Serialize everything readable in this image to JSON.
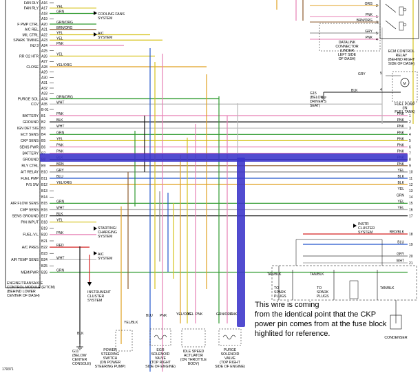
{
  "diagram_id": "179371",
  "ecm_module": {
    "label_lines": [
      "ENGINE/TRANSAXLE",
      "CONTROL MODULE (E/TCM)",
      "(BEHIND LOWER",
      "CENTER OF DASH)"
    ]
  },
  "pins_a": [
    {
      "pin": "A16",
      "label": "FAN RLY",
      "wire": "",
      "color": ""
    },
    {
      "pin": "A17",
      "label": "FAN RLY",
      "wire": "YEL",
      "color": "#d6c21a"
    },
    {
      "pin": "A18",
      "label": "",
      "wire": "GRN",
      "color": "#2e9a2e"
    },
    {
      "pin": "A19",
      "label": "",
      "wire": "",
      "color": ""
    },
    {
      "pin": "A20",
      "label": "F PMP CTRL",
      "wire": "GRN/ORG",
      "color": "#2e9a2e"
    },
    {
      "pin": "A21",
      "label": "A/C REL",
      "wire": "BRN/ORG",
      "color": "#8b5a2b"
    },
    {
      "pin": "A22",
      "label": "MIL CTRL",
      "wire": "YEL",
      "color": "#d6c21a"
    },
    {
      "pin": "A23",
      "label": "SPARK TIMING",
      "wire": "YEL",
      "color": "#d6c21a"
    },
    {
      "pin": "A24",
      "label": "INJ 3",
      "wire": "PNK",
      "color": "#e77fb4"
    },
    {
      "pin": "A25",
      "label": "",
      "wire": "",
      "color": ""
    },
    {
      "pin": "A26",
      "label": "RR O2 HTR",
      "wire": "YEL",
      "color": "#d6c21a"
    },
    {
      "pin": "A27",
      "label": "",
      "wire": "",
      "color": ""
    },
    {
      "pin": "A28",
      "label": "CLOSE",
      "wire": "YEL/ORG",
      "color": "#e0a020"
    },
    {
      "pin": "A29",
      "label": "",
      "wire": "",
      "color": ""
    },
    {
      "pin": "A30",
      "label": "",
      "wire": "",
      "color": ""
    },
    {
      "pin": "A31",
      "label": "",
      "wire": "",
      "color": ""
    },
    {
      "pin": "A32",
      "label": "",
      "wire": "",
      "color": ""
    },
    {
      "pin": "A33",
      "label": "",
      "wire": "",
      "color": ""
    },
    {
      "pin": "A34",
      "label": "PURGE SOL",
      "wire": "GRN/ORG",
      "color": "#2e9a2e"
    },
    {
      "pin": "A35",
      "label": "CCV",
      "wire": "WHT",
      "color": "#b8b8b8"
    },
    {
      "pin": "B-01",
      "label": "",
      "wire": "",
      "color": ""
    }
  ],
  "pins_b": [
    {
      "pin": "B1",
      "label": "BATTERY",
      "wire": "PNK",
      "color": "#e77fb4"
    },
    {
      "pin": "B2",
      "label": "GROUND",
      "wire": "BLK",
      "color": "#111111"
    },
    {
      "pin": "B3",
      "label": "IGN DET SIG",
      "wire": "WHT",
      "color": "#b8b8b8"
    },
    {
      "pin": "B4",
      "label": "ECT SENS",
      "wire": "GRN",
      "color": "#2e9a2e"
    },
    {
      "pin": "B5",
      "label": "CKP SENS",
      "wire": "YEL",
      "color": "#d6c21a"
    },
    {
      "pin": "B6",
      "label": "SENS PWR",
      "wire": "PNK",
      "color": "#e77fb4"
    },
    {
      "pin": "B7",
      "label": "BATTERY",
      "wire": "PNK",
      "color": "#e77fb4"
    },
    {
      "pin": "B8",
      "label": "GROUND",
      "wire": "BLK",
      "color": "#111111"
    },
    {
      "pin": "B9",
      "label": "RLY CTRL",
      "wire": "BRN",
      "color": "#8b5a2b"
    },
    {
      "pin": "B10",
      "label": "A/T RELAY",
      "wire": "GRY",
      "color": "#888888"
    },
    {
      "pin": "B11",
      "label": "FUEL PMP",
      "wire": "BLU",
      "color": "#2255cc"
    },
    {
      "pin": "B12",
      "label": "P/S SW",
      "wire": "YEL/ORG",
      "color": "#e0a020"
    },
    {
      "pin": "B13",
      "label": "",
      "wire": "",
      "color": ""
    },
    {
      "pin": "B14",
      "label": "",
      "wire": "",
      "color": ""
    },
    {
      "pin": "B15",
      "label": "AIR FLOW SENS",
      "wire": "GRN",
      "color": "#2e9a2e"
    },
    {
      "pin": "B16",
      "label": "CMP SENS",
      "wire": "WHT",
      "color": "#b8b8b8"
    },
    {
      "pin": "B17",
      "label": "SENS GROUND",
      "wire": "BLK",
      "color": "#111111"
    },
    {
      "pin": "B18",
      "label": "PIN INPUT",
      "wire": "YEL",
      "color": "#d6c21a"
    },
    {
      "pin": "B19",
      "label": "",
      "wire": "",
      "color": ""
    },
    {
      "pin": "B20",
      "label": "FUEL-V-L",
      "wire": "PNK",
      "color": "#e77fb4"
    },
    {
      "pin": "B21",
      "label": "",
      "wire": "",
      "color": ""
    },
    {
      "pin": "B22",
      "label": "A/C PRES",
      "wire": "RED",
      "color": "#d42020"
    },
    {
      "pin": "B23",
      "label": "",
      "wire": "",
      "color": ""
    },
    {
      "pin": "B24",
      "label": "AIR TEMP SENS",
      "wire": "WHT",
      "color": "#b8b8b8"
    },
    {
      "pin": "B25",
      "label": "",
      "wire": "",
      "color": ""
    },
    {
      "pin": "B26",
      "label": "MEM/PWR",
      "wire": "GRN",
      "color": "#2e9a2e"
    }
  ],
  "right_wires": [
    {
      "num": "1",
      "wire": "PNK",
      "color": "#e77fb4"
    },
    {
      "num": "2",
      "wire": "PNK",
      "color": "#e77fb4"
    },
    {
      "num": "3",
      "wire": "PNK",
      "color": "#e77fb4"
    },
    {
      "num": "4",
      "wire": "PNK",
      "color": "#e77fb4"
    },
    {
      "num": "5",
      "wire": "PNK",
      "color": "#e77fb4"
    },
    {
      "num": "6",
      "wire": "PNK",
      "color": "#e77fb4"
    },
    {
      "num": "7",
      "wire": "PNK",
      "color": "#e77fb4"
    },
    {
      "num": "8",
      "wire": "PNK",
      "color": "#e77fb4"
    },
    {
      "num": "9",
      "wire": "PNK",
      "color": "#e77fb4"
    },
    {
      "num": "10",
      "wire": "YEL",
      "color": "#d6c21a"
    },
    {
      "num": "11",
      "wire": "BLK",
      "color": "#111111"
    },
    {
      "num": "12",
      "wire": "BLK",
      "color": "#111111"
    },
    {
      "num": "13",
      "wire": "YEL",
      "color": "#d6c21a"
    },
    {
      "num": "14",
      "wire": "GRN",
      "color": "#2e9a2e"
    },
    {
      "num": "15",
      "wire": "YEL",
      "color": "#d6c21a"
    },
    {
      "num": "16",
      "wire": "YEL",
      "color": "#d6c21a"
    },
    {
      "num": "17",
      "wire": "",
      "color": ""
    }
  ],
  "right_wires_lower": [
    {
      "num": "18",
      "wire": "RED/BLK",
      "color": "#d42020"
    },
    {
      "num": "19",
      "wire": "BLU",
      "color": "#2255cc"
    },
    {
      "num": "20",
      "wire": "GRY",
      "color": "#888888"
    },
    {
      "num": "21",
      "wire": "WHT",
      "color": "#b8b8b8"
    }
  ],
  "top_right": {
    "wires": [
      {
        "wire": "ORG",
        "num": "2"
      },
      {
        "wire": "PNK",
        "num": "1"
      },
      {
        "wire": "BRN/ORG",
        "num": "3"
      },
      {
        "wire": "GRY",
        "num": "5"
      },
      {
        "wire": "PNK",
        "num": "4"
      }
    ],
    "datalink_lines": [
      "DATALINK",
      "CONNECTOR",
      "(UNDER",
      "LEFT SIDE",
      "OF DASH)"
    ],
    "relay_lines": [
      "ECM CONTROL",
      "RELAY",
      "(BEHIND RIGHT",
      "SIDE OF DASH)"
    ],
    "fuel_pump": {
      "gry": "GRY",
      "blk": "BLK",
      "pin_top": "5",
      "pin_bottom": "4",
      "motor": "M",
      "label_lines": [
        "FUEL PUMP",
        "(IN",
        "FUEL TANK)"
      ]
    },
    "ground": {
      "label_lines": [
        "G15",
        "(BELOW",
        "DRIVER'S",
        "SEAT)"
      ]
    }
  },
  "callouts": {
    "cooling_fans": [
      "COOLING FANS",
      "SYSTEM"
    ],
    "ac_system_top": [
      "A/C",
      "SYSTEM"
    ],
    "starting_charging": [
      "STARTING/",
      "CHARGING",
      "SYSTEM"
    ],
    "ac_system_bottom": [
      "A/C",
      "SYSTEM"
    ],
    "instrument_cluster": [
      "INSTRUMENT",
      "CLUSTER",
      "SYSTEM"
    ],
    "instr_cluster_right": [
      "INSTR",
      "CLUSTER",
      "SYSTEM"
    ]
  },
  "spark_plugs": [
    {
      "wire": "TAN/BLK",
      "lines": [
        "TO",
        "SPARK",
        "PLUGS"
      ]
    },
    {
      "wire": "TAN/BLK",
      "lines": [
        "TO",
        "SPARK",
        "PLUGS"
      ]
    }
  ],
  "bottom_components": [
    {
      "id": "ground_g11",
      "lines": [
        "G11",
        "(BELOW",
        "CENTER",
        "CONSOLE)"
      ],
      "wire": "BLK"
    },
    {
      "id": "ps_switch",
      "lines": [
        "POWER",
        "STEERING",
        "SWITCH",
        "(ON POWER",
        "STEERING PUMP)"
      ],
      "wire": "YEL/BLK"
    },
    {
      "id": "egr_solenoid",
      "lines": [
        "EGR",
        "SOLENOID",
        "VALVE",
        "(TOP RIGHT",
        "SIDE OF ENGINE)"
      ],
      "wires": [
        "BLU",
        "PNK"
      ]
    },
    {
      "id": "idle_actuator",
      "lines": [
        "IDLE SPEED",
        "ACTUATOR",
        "(ON THROTTLE",
        "BODY)"
      ],
      "wires": [
        "YEL/ORG",
        "YEL",
        "PNK"
      ]
    },
    {
      "id": "purge_solenoid",
      "lines": [
        "PURGE",
        "SOLENOID",
        "VALVE",
        "(TOP RIGHT",
        "SIDE OF ENGINE)"
      ],
      "wires": [
        "GRN/ORG",
        "PNK"
      ]
    },
    {
      "id": "condenser",
      "lines": [
        "CONDENSER"
      ],
      "wire": "TAN/BLK"
    }
  ],
  "note_lines": [
    "This wire is coming",
    "from the identical point that the CKP",
    "power pin comes from at the fuse block",
    "highlited for reference."
  ],
  "highlight_color": "#3a33c9"
}
